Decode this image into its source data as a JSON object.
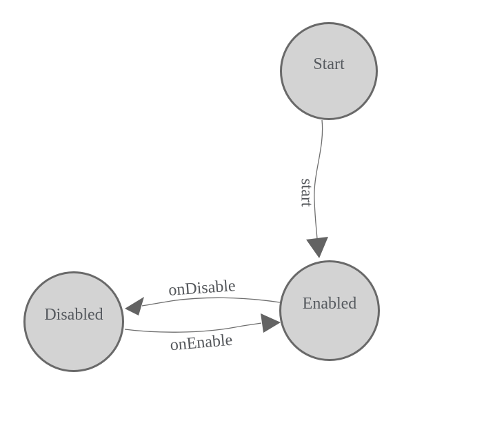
{
  "diagram": {
    "type": "state-machine-graph",
    "background_color": "#ffffff",
    "node_fill_color": "#d3d3d3",
    "node_border_color": "#696969",
    "edge_line_color": "#6e6e6e",
    "arrowhead_color": "#636363",
    "node_text_color": "#565a5f",
    "edge_text_color": "#54575b",
    "nodes": [
      {
        "id": "start",
        "label": "Start"
      },
      {
        "id": "enabled",
        "label": "Enabled"
      },
      {
        "id": "disabled",
        "label": "Disabled"
      }
    ],
    "edges": [
      {
        "from": "Start",
        "to": "Enabled",
        "label": "start"
      },
      {
        "from": "Enabled",
        "to": "Disabled",
        "label": "onDisable"
      },
      {
        "from": "Disabled",
        "to": "Enabled",
        "label": "onEnable"
      }
    ]
  }
}
